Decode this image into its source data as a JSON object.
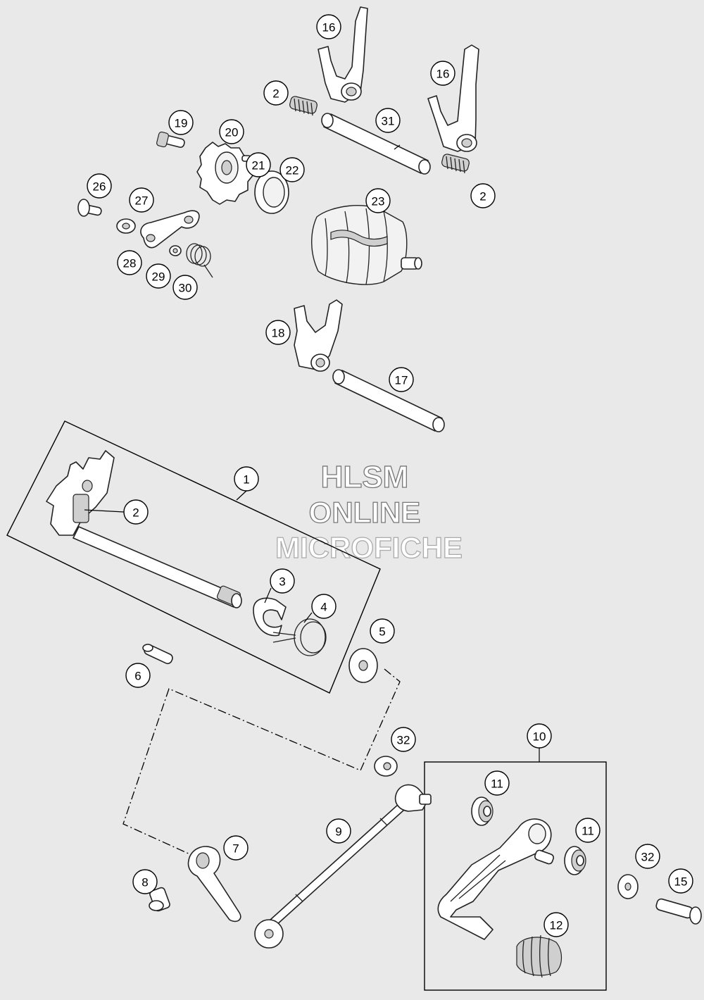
{
  "watermark": {
    "line1": "HLSM",
    "line2": "ONLINE",
    "line3": "MICROFICHE"
  },
  "callouts": {
    "c1": "1",
    "c2a": "2",
    "c2b": "2",
    "c2c": "2",
    "c3": "3",
    "c4": "4",
    "c5": "5",
    "c6": "6",
    "c7": "7",
    "c8": "8",
    "c9": "9",
    "c10": "10",
    "c11a": "11",
    "c11b": "11",
    "c12": "12",
    "c15": "15",
    "c16a": "16",
    "c16b": "16",
    "c17": "17",
    "c18": "18",
    "c19": "19",
    "c20": "20",
    "c21": "21",
    "c22": "22",
    "c23": "23",
    "c26": "26",
    "c27": "27",
    "c28": "28",
    "c29": "29",
    "c30": "30",
    "c31": "31",
    "c32a": "32",
    "c32b": "32"
  }
}
